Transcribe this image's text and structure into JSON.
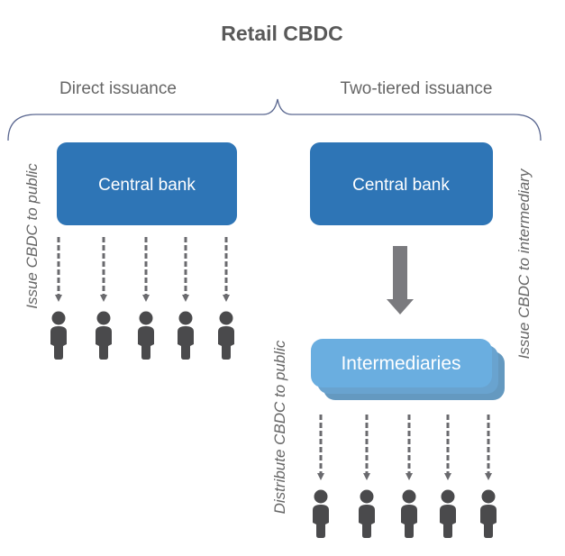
{
  "title": "Retail CBDC",
  "sections": {
    "direct": {
      "label": "Direct issuance",
      "box_label": "Central bank",
      "side_label": "Issue CBDC to public",
      "people_count": 5
    },
    "two_tiered": {
      "label": "Two-tiered issuance",
      "box_label": "Central bank",
      "intermediary_label": "Intermediaries",
      "side_label_top": "Issue CBDC to intermediary",
      "side_label_bottom": "Distribute CBDC to public",
      "people_count": 5
    }
  },
  "colors": {
    "central_bank": "#2e75b6",
    "intermediary_front": "#6aaee0",
    "intermediary_back": "#6499c0",
    "arrow": "#7a7a7e",
    "person": "#4a4a4c",
    "brace": "#5a6790"
  }
}
